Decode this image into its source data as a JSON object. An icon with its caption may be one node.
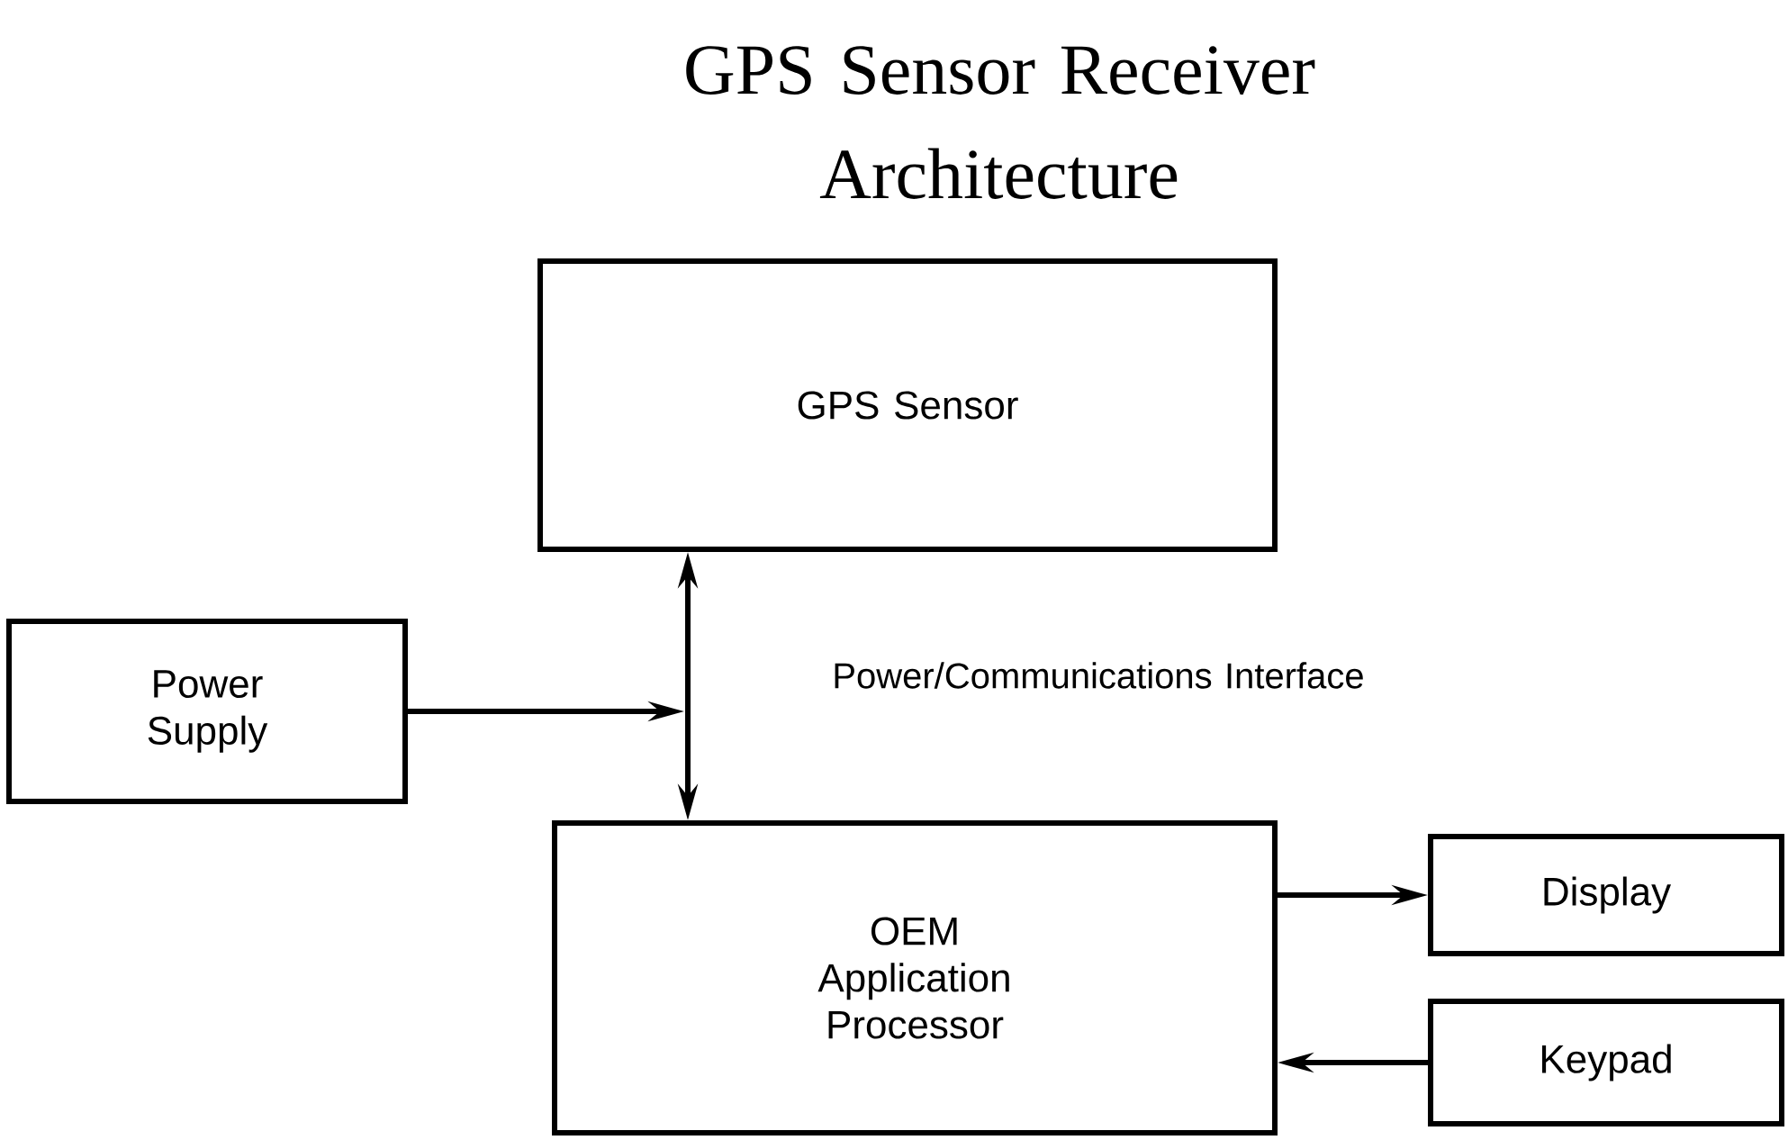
{
  "diagram": {
    "title": "GPS Sensor Receiver Architecture",
    "nodes": [
      {
        "text": [
          "GPS Sensor"
        ]
      },
      {
        "text": [
          "Power Supply"
        ]
      },
      {
        "text": [
          "OEM Application Processor"
        ]
      },
      {
        "text": [
          "Display"
        ]
      },
      {
        "text": [
          "Keypad"
        ]
      }
    ],
    "edges": [
      {
        "from": 0,
        "to": 2,
        "arrow": "both",
        "label": "Power/Communications Interface"
      },
      {
        "from": 1,
        "to": null,
        "arrow": "to"
      },
      {
        "from": 2,
        "to": 3,
        "arrow": "to"
      },
      {
        "from": 4,
        "to": 2,
        "arrow": "to"
      }
    ]
  }
}
